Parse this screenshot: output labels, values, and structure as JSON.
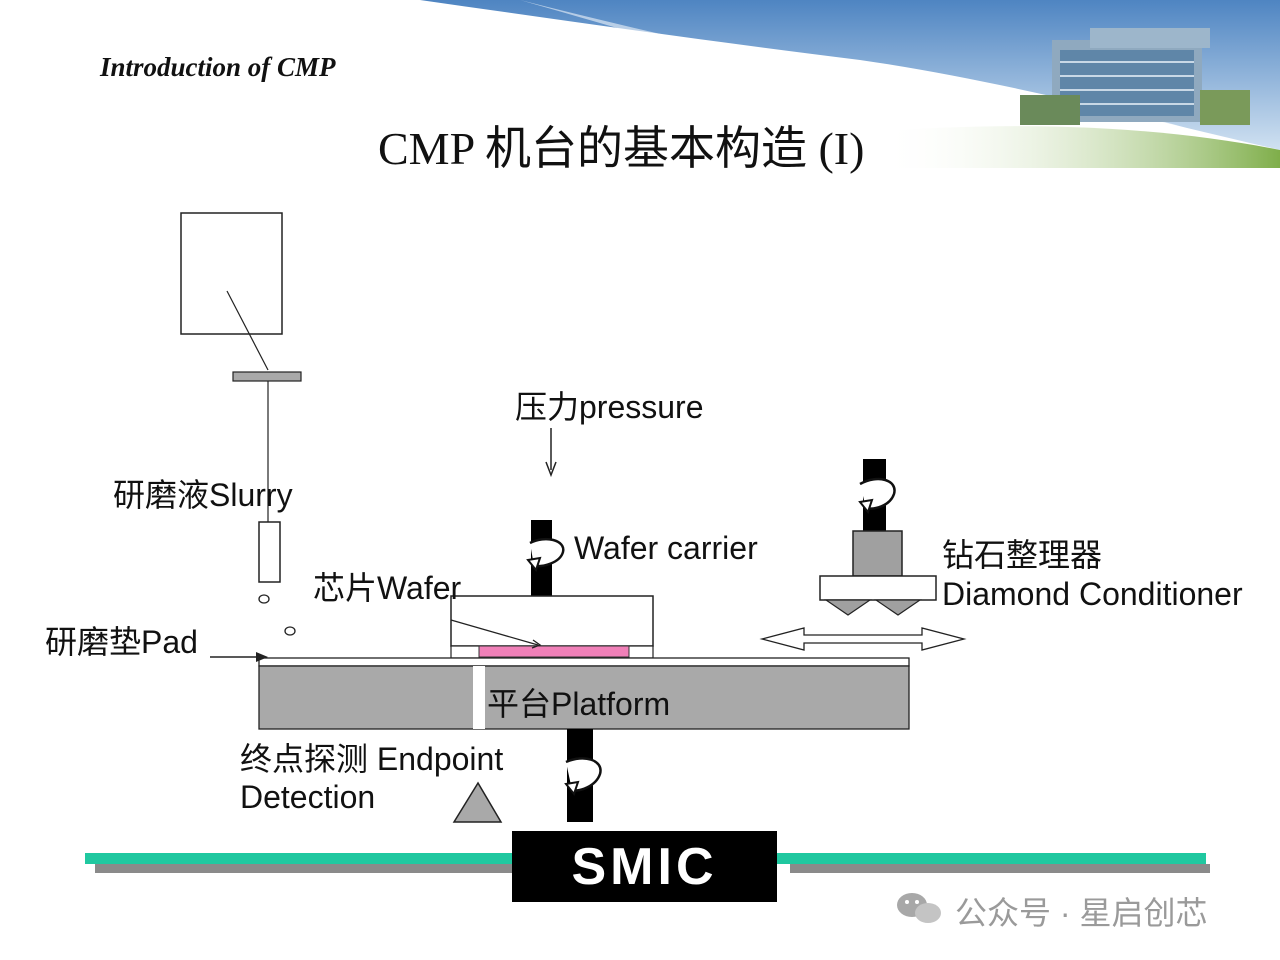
{
  "header": {
    "section": "Introduction of CMP",
    "title": "CMP 机台的基本构造 (I)"
  },
  "labels": {
    "pressure": "压力pressure",
    "slurry": "研磨液Slurry",
    "wafer_carrier": "Wafer carrier",
    "wafer": "芯片Wafer",
    "pad": "研磨垫Pad",
    "platform": "平台Platform",
    "conditioner_cn": "钻石整理器",
    "conditioner_en": "Diamond Conditioner",
    "endpoint_line1": "终点探测 Endpoint",
    "endpoint_line2": "Detection"
  },
  "footer": {
    "logo": "SMIC",
    "watermark": "公众号 · 星启创芯"
  },
  "colors": {
    "platform_fill": "#a9a9a9",
    "wafer_fill": "#f080b8",
    "footer_green": "#20c8a0",
    "footer_gray": "#8a8a8a",
    "logo_bg": "#000000"
  },
  "icons": {
    "rotation": "rotation-arrow-icon",
    "watermark": "wechat-icon"
  }
}
